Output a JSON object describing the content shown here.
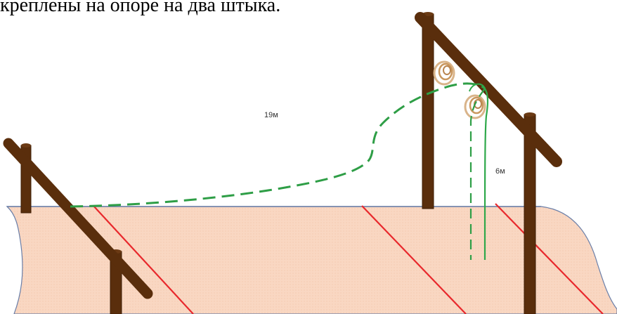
{
  "caption": "креплены на опоре на два штыка.",
  "labels": {
    "span_length": "19м",
    "height": "6м"
  },
  "colors": {
    "pole": "#5a2e0c",
    "pole_dark": "#3f1f06",
    "ground_fill": "#f9d7c2",
    "ground_outline": "#6b7fa8",
    "dashed_wire": "#2e9e46",
    "solid_wire": "#2ea84a",
    "red_line": "#e8282c",
    "insulator": "#d9b48a"
  }
}
